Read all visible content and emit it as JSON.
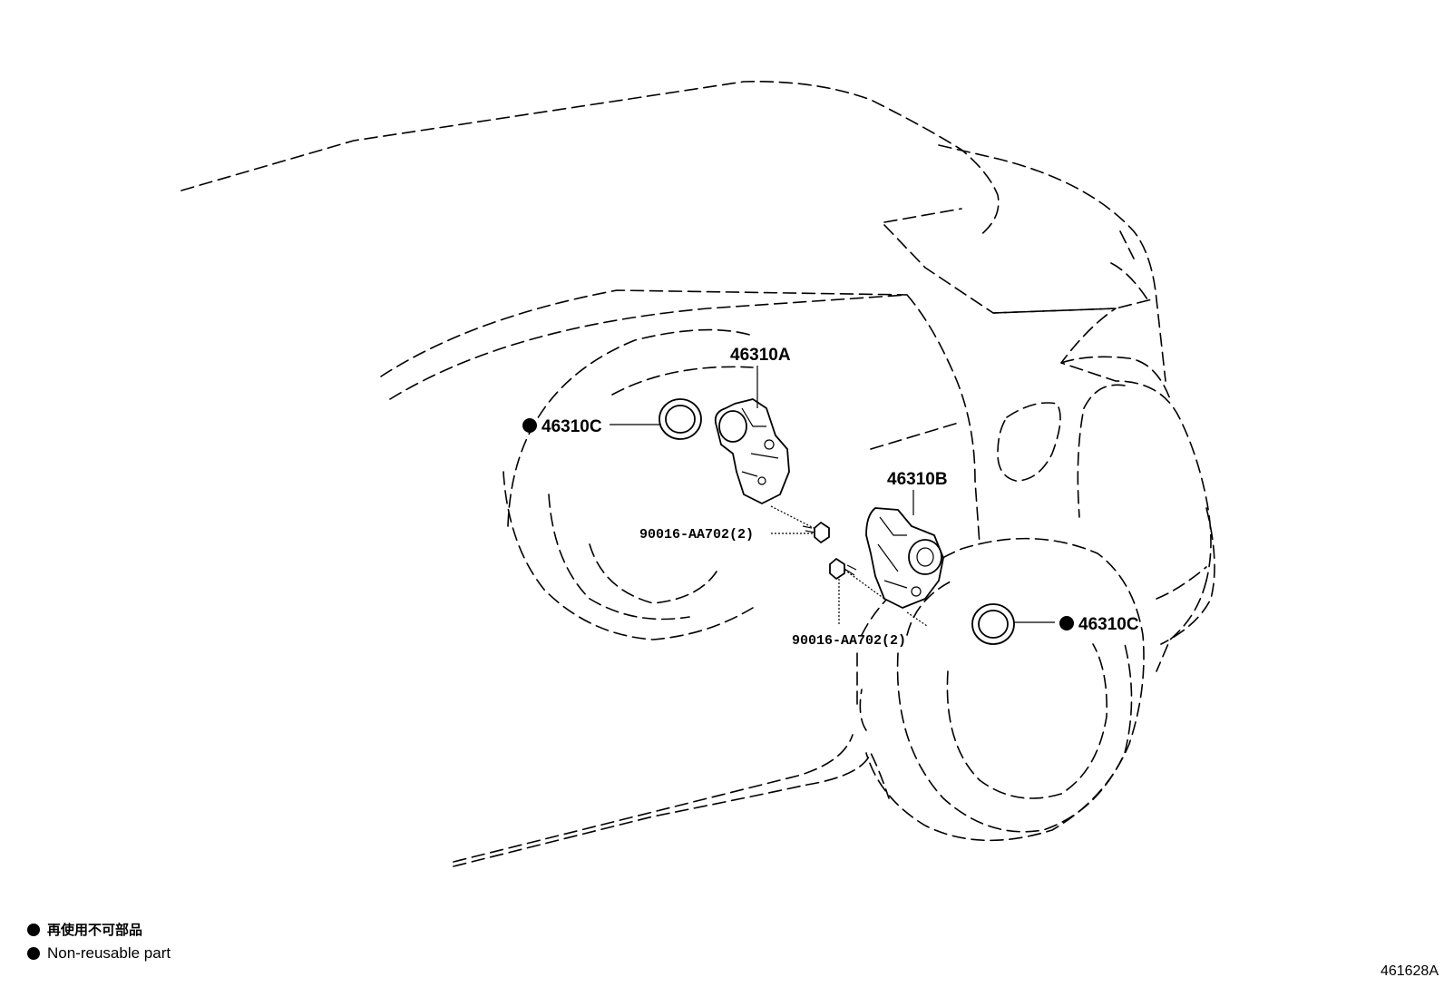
{
  "labels": {
    "part_a": "46310A",
    "part_b": "46310B",
    "seal_left": "46310C",
    "seal_right": "46310C",
    "bolt_upper": "90016-AA702(2)",
    "bolt_lower": "90016-AA702(2)"
  },
  "legend": {
    "line_zh": "再使用不可部品",
    "line_en": "Non-reusable part"
  },
  "diagram_id": "461628A",
  "icons": {
    "non_reusable_marker": "filled-circle"
  }
}
